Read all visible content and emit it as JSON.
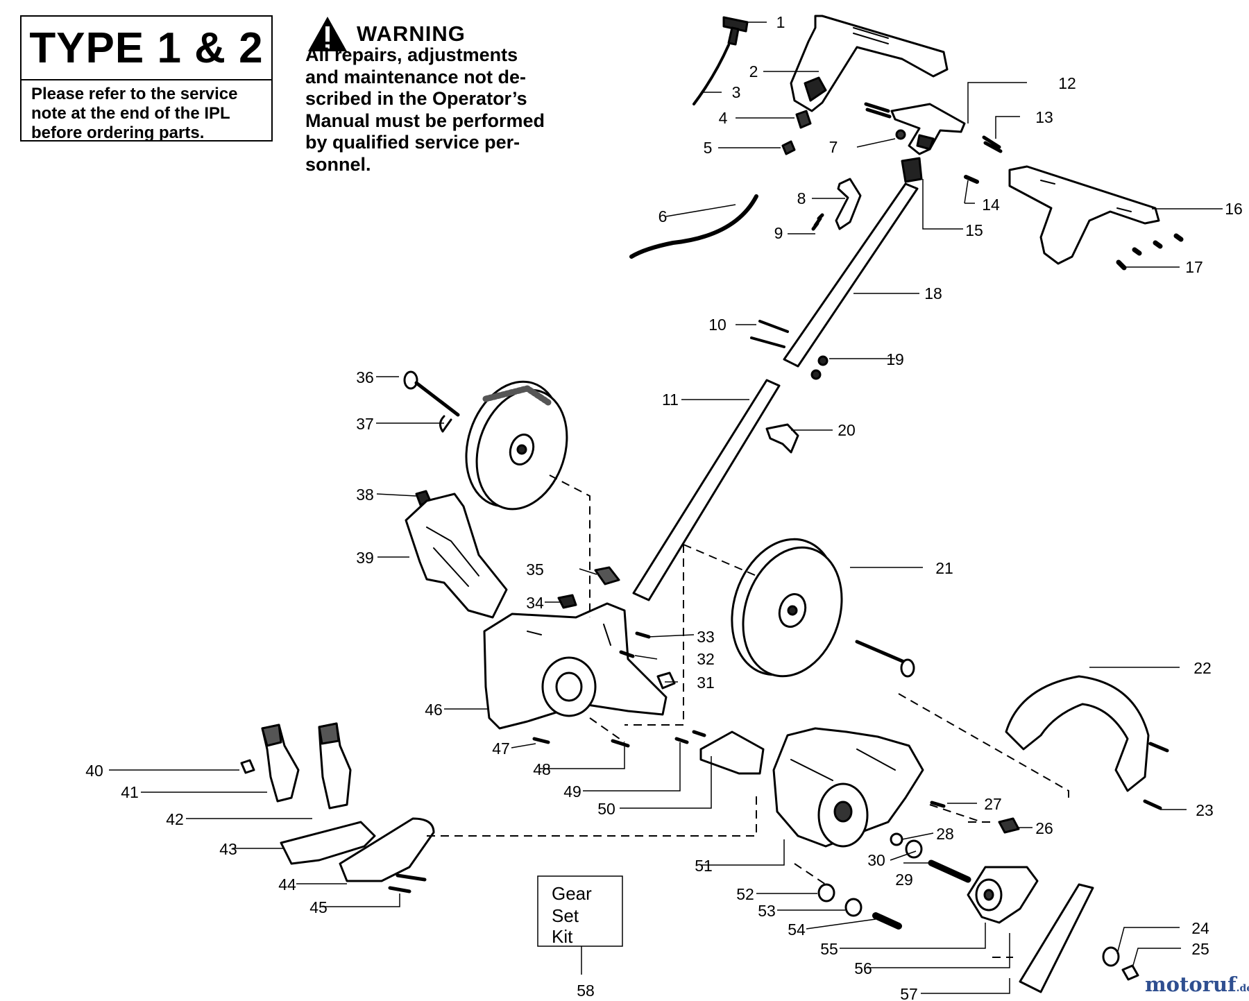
{
  "type_box": {
    "title": "TYPE 1 & 2",
    "note": "Please  refer  to the service\nnote  at the end of the IPL\nbefore ordering  parts."
  },
  "warning": {
    "title": "WARNING",
    "body": "All   repairs,   adjustments\nand maintenance not de-\nscribed in the Operator’s\nManual must be performed\nby qualified  service per-\nsonnel."
  },
  "kit_box": {
    "lines": [
      "Gear",
      "Set",
      "Kit"
    ]
  },
  "part_callouts": [
    "1",
    "2",
    "3",
    "4",
    "5",
    "6",
    "7",
    "8",
    "9",
    "10",
    "11",
    "12",
    "13",
    "14",
    "15",
    "16",
    "17",
    "18",
    "19",
    "20",
    "21",
    "22",
    "23",
    "24",
    "25",
    "26",
    "27",
    "28",
    "29",
    "30",
    "31",
    "32",
    "33",
    "34",
    "35",
    "36",
    "37",
    "38",
    "39",
    "40",
    "41",
    "42",
    "43",
    "44",
    "45",
    "46",
    "47",
    "48",
    "49",
    "50",
    "51",
    "52",
    "53",
    "54",
    "55",
    "56",
    "57",
    "58"
  ],
  "watermark": {
    "main": "motoruf",
    "suffix": ".de"
  },
  "colors": {
    "line": "#000000",
    "background": "#ffffff",
    "watermark": "#2f4f90"
  }
}
